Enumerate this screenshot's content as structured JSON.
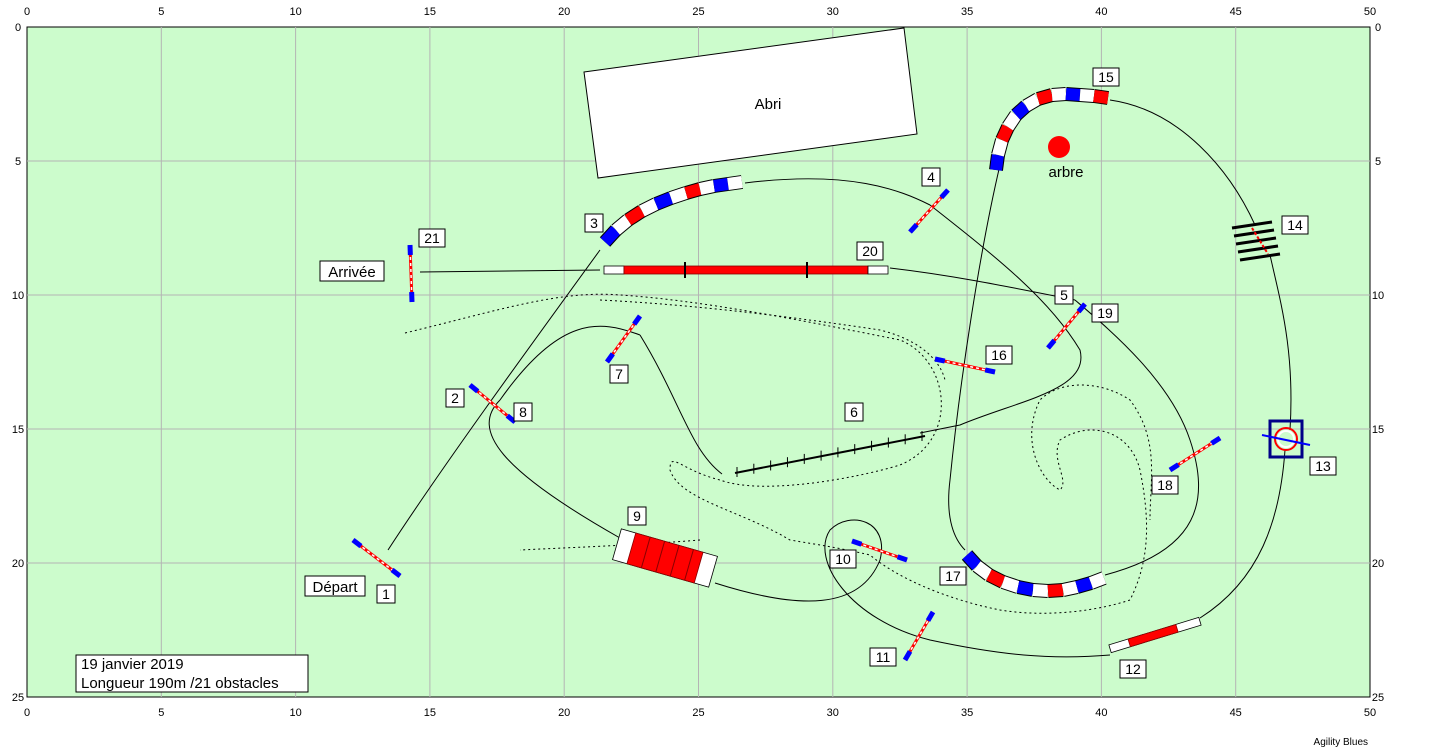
{
  "course": {
    "title_lines": [
      "19 janvier 2019",
      "Longueur 190m /21 obstacles"
    ],
    "start_label": "Départ",
    "finish_label": "Arrivée",
    "shelter_label": "Abri",
    "tree_label": "arbre",
    "credit": "Agility Blues"
  },
  "axes": {
    "x_ticks": [
      "0",
      "5",
      "10",
      "15",
      "20",
      "25",
      "30",
      "35",
      "40",
      "45",
      "50"
    ],
    "y_ticks": [
      "0",
      "5",
      "10",
      "15",
      "20",
      "25"
    ]
  },
  "obstacle_numbers": [
    "1",
    "2",
    "3",
    "4",
    "5",
    "6",
    "7",
    "8",
    "9",
    "10",
    "11",
    "12",
    "13",
    "14",
    "15",
    "16",
    "17",
    "18",
    "19",
    "20",
    "21"
  ],
  "colors": {
    "field": "#ccfccc",
    "grid": "#b4b4b4",
    "red": "#ff0000",
    "blue": "#0000ff",
    "tree": "#ff0000",
    "path": "#000000"
  }
}
